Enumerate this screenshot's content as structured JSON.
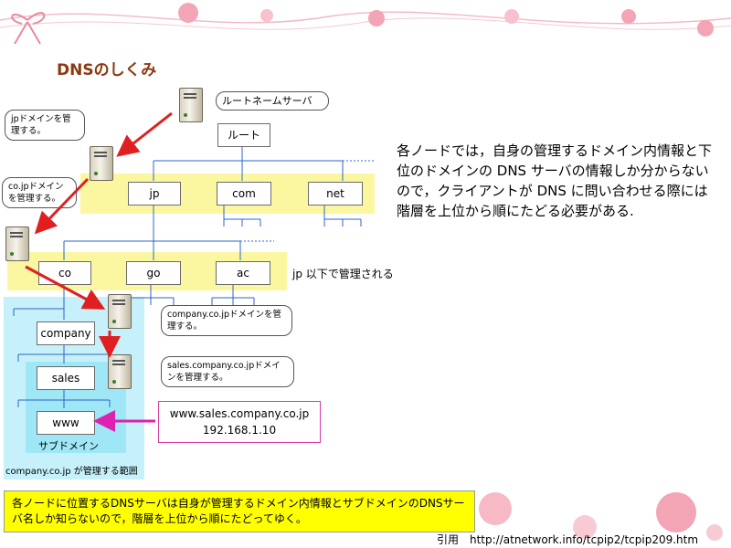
{
  "title": "DNSのしくみ",
  "bubbles": {
    "root_server": "ルートネームサーバ",
    "jp": "jpドメインを管理する。",
    "cojp": "co.jpドメインを管理する。",
    "company": "company.co.jpドメインを管理する。",
    "sales": "sales.company.co.jpドメインを管理する。"
  },
  "nodes": {
    "root": "ルート",
    "jp": "jp",
    "com": "com",
    "net": "net",
    "co": "co",
    "go": "go",
    "ac": "ac",
    "company": "company",
    "sales": "sales",
    "www": "www"
  },
  "labels": {
    "jp_managed": "jp 以下で管理される",
    "subdomain": "サブドメイン",
    "company_scope": "company.co.jp が管理する範囲"
  },
  "record": {
    "host": "www.sales.company.co.jp",
    "ip": "192.168.1.10"
  },
  "description": "各ノードでは，自身の管理するドメイン内情報と下位のドメインの DNS サーバの情報しか分からないので，クライアントが DNS に問い合わせる際には 階層を上位から順にたどる必要がある.",
  "summary": "各ノードに位置するDNSサーバは自身が管理するドメイン内情報とサブドメインのDNSサーバ名しか知らないので，階層を上位から順にたどってゆく。",
  "citation": "引用　http://atnetwork.info/tcpip2/tcpip209.htm",
  "colors": {
    "band_yellow": "#fbf7a0",
    "band_cyan": "#c6f1fb",
    "arrow_red": "#e02020",
    "arrow_magenta": "#e020b0",
    "tree_line": "#2b65c8"
  }
}
